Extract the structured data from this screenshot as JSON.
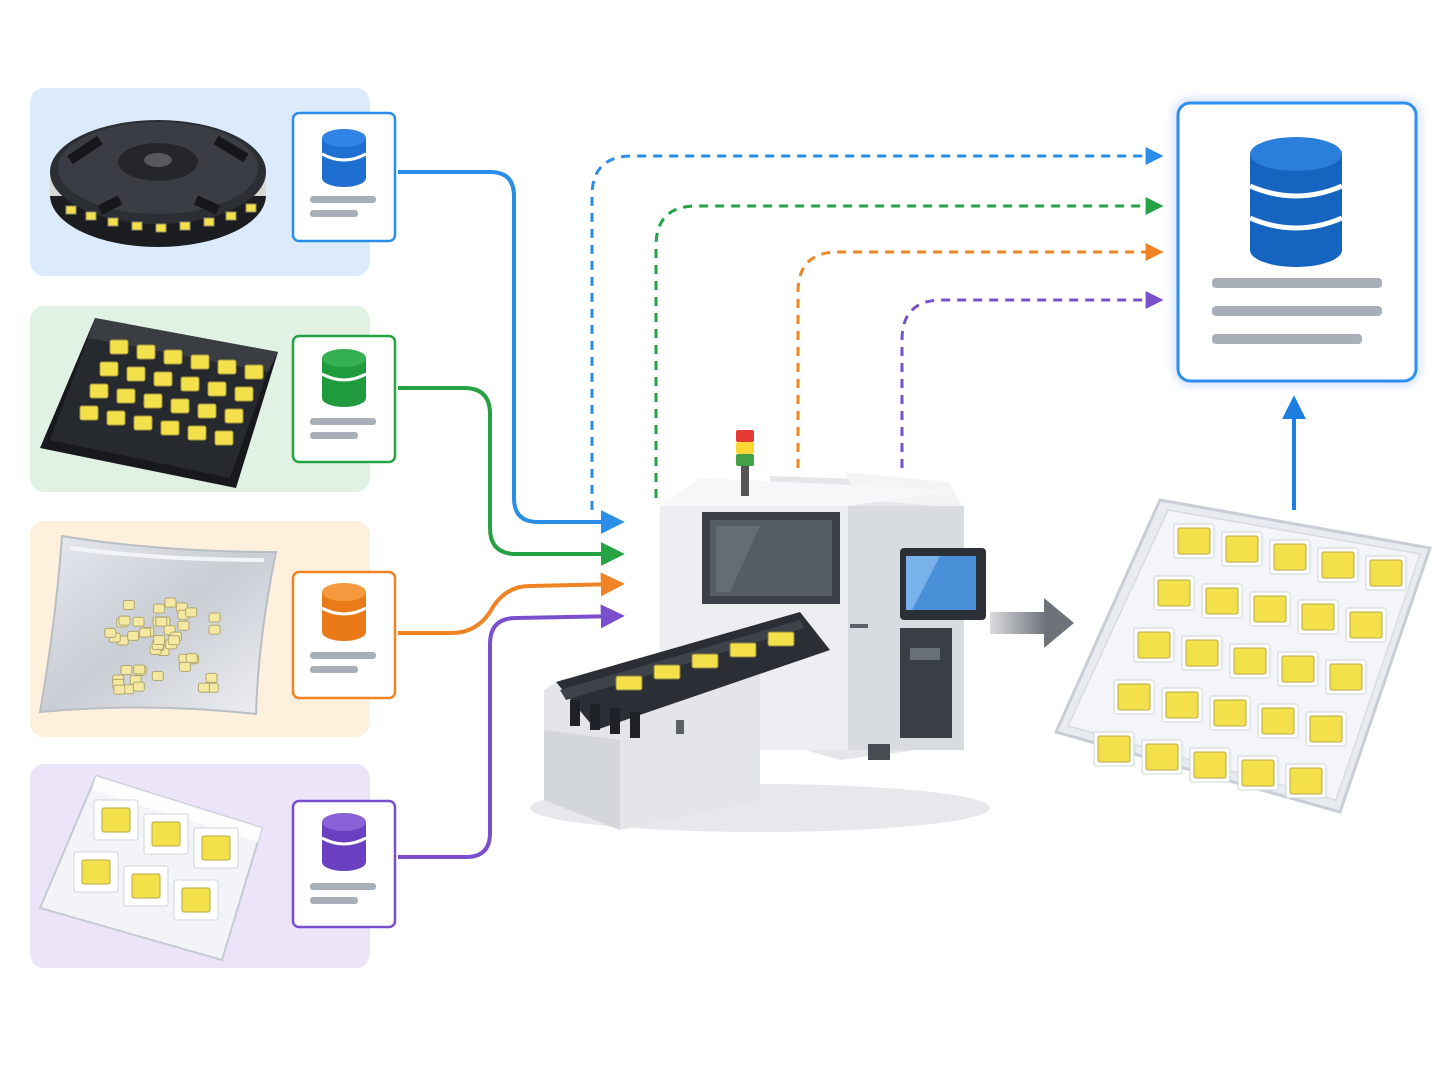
{
  "colors": {
    "reel": "#2a8ee8",
    "tray": "#25a244",
    "bag": "#f08424",
    "blister": "#7a4fcc",
    "central": "#1e7fe0",
    "reel_bg": "#dcebfb",
    "tray_bg": "#e1f1e3",
    "bag_bg": "#fdf0dc",
    "blister_bg": "#ece5fa",
    "led": "#f4e04a",
    "machine_body": "#eceef1",
    "conveyor": "#2b2f35",
    "output_arrow": "#8a8f96"
  },
  "sources": [
    {
      "id": "reel",
      "package": "tape-reel"
    },
    {
      "id": "tray",
      "package": "matrix-tray"
    },
    {
      "id": "bag",
      "package": "bulk-bag"
    },
    {
      "id": "blister",
      "package": "blister-pack"
    }
  ],
  "icons": {
    "record": "database-icon",
    "central": "database-icon",
    "machine": "sorting-machine-icon",
    "output": "output-tray-icon",
    "signal": "stack-light-icon"
  }
}
